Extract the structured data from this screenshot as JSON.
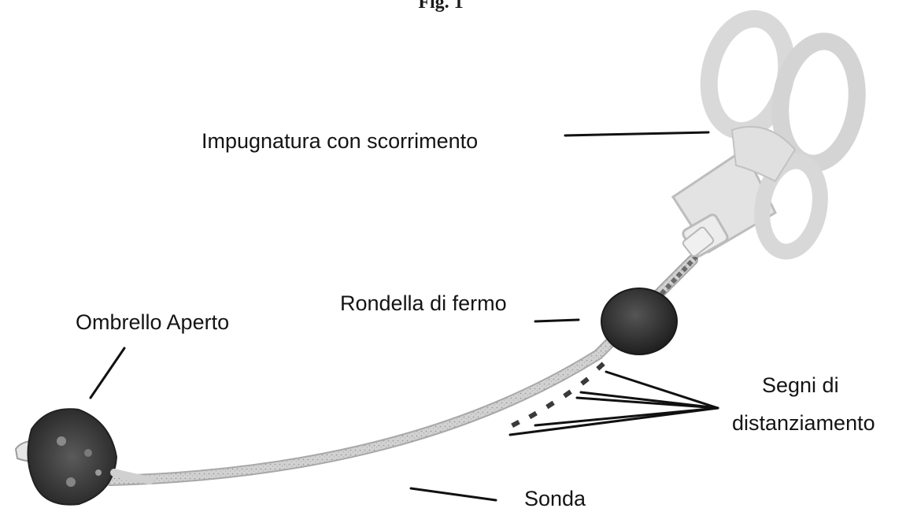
{
  "figure": {
    "title": "Fig. 1"
  },
  "labels": {
    "handle": "Impugnatura con scorrimento",
    "washer": "Rondella di fermo",
    "umbrella": "Ombrello Aperto",
    "markings_line1": "Segni di",
    "markings_line2": "distanziamento",
    "probe": "Sonda"
  },
  "colors": {
    "ink": "#141414",
    "handle": "#dcdcdc",
    "washer": "#2e2e2e",
    "umbrella": "#3a3a3a",
    "probe": "#c9c9c9"
  }
}
